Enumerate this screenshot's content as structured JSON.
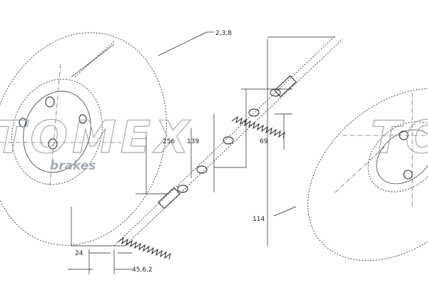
{
  "dimensions": {
    "thickness_top": "2,3,8",
    "hole_circle": "114",
    "width_a": "24",
    "width_b": "45,6,2",
    "hub_a": "256",
    "hub_b": "139",
    "hub_c": "69"
  },
  "watermark": {
    "brand": "TOMEX",
    "sub": "brakes"
  },
  "colors": {
    "ink": "#222222",
    "watermark": "#cfd6dc",
    "background": "#ffffff"
  }
}
